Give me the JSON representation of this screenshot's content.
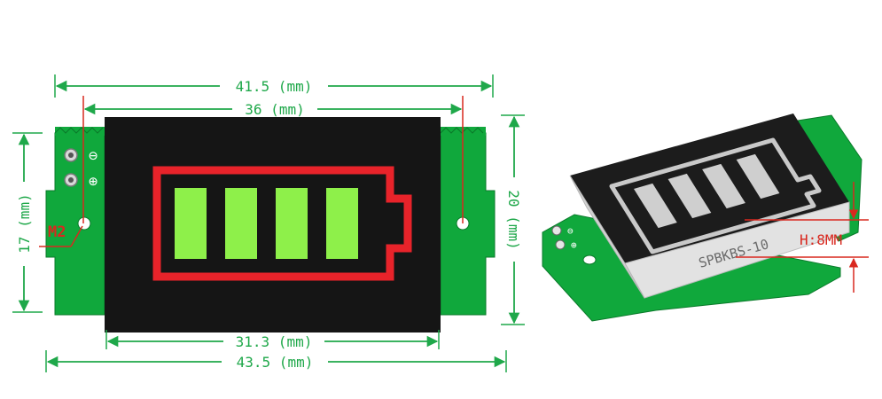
{
  "front_view": {
    "dim_overall_width": "41.5 (mm)",
    "dim_display_width": "36 (mm)",
    "dim_display_bottom_width": "31.3 (mm)",
    "dim_board_width": "43.5 (mm)",
    "dim_height_right": "20 (mm)",
    "dim_height_left": "17 (mm)",
    "hole_label": "M2",
    "minus_symbol": "⊖",
    "plus_symbol": "⊕",
    "battery_bars": 4
  },
  "side_view": {
    "model_text": "SPBKBS-10",
    "height_label": "H:8MM",
    "minus_symbol": "⊖",
    "plus_symbol": "⊕",
    "battery_bars": 4
  },
  "colors": {
    "pcb_green": "#10a83c",
    "display_black": "#151515",
    "battery_red": "#e8232a",
    "bar_green": "#8ef04a",
    "dimension_green": "#1fa84a",
    "annotation_red": "#d9281f"
  }
}
